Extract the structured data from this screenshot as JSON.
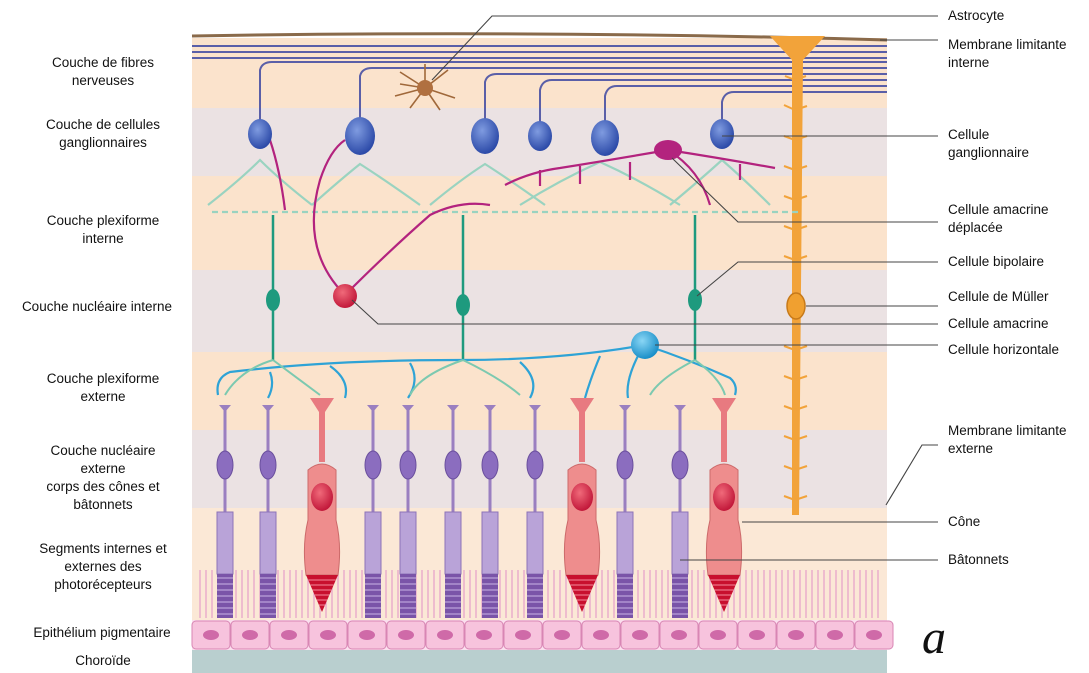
{
  "left_labels": [
    "Couche de fibres\nnerveuses",
    "Couche de cellules\nganglionnaires",
    "Couche plexiforme\ninterne",
    "Couche nucléaire interne",
    "Couche plexiforme\nexterne",
    "Couche nucléaire\nexterne\ncorps des cônes et\nbâtonnets",
    "Segments internes et\nexternes des\nphotorécepteurs",
    "Epithélium pigmentaire",
    "Choroïde"
  ],
  "right_labels": [
    "Astrocyte",
    "Membrane limitante\ninterne",
    "Cellule\nganglionnaire",
    "Cellule amacrine\ndéplacée",
    "Cellule bipolaire",
    "Cellule de Müller",
    "Cellule amacrine",
    "Cellule horizontale",
    "Membrane limitante\nexterne",
    "Cône",
    "Bâtonnets"
  ],
  "panel_letter": "a",
  "colors": {
    "band_warm": "#fbe3cc",
    "band_cool": "#ebe2e3",
    "ganglion": "#3b5bb5",
    "bipolar": "#1e9a7e",
    "bipolar_dendrite": "#7cc9b0",
    "amacrine": "#b3237e",
    "horizontal": "#2ea3d6",
    "muller": "#f2a33a",
    "rod": "#9a7fc0",
    "cone": "#e87a80",
    "astrocyte": "#a0683a",
    "rpe": "#f7c3dd",
    "choroid": "#b9cfcf"
  }
}
